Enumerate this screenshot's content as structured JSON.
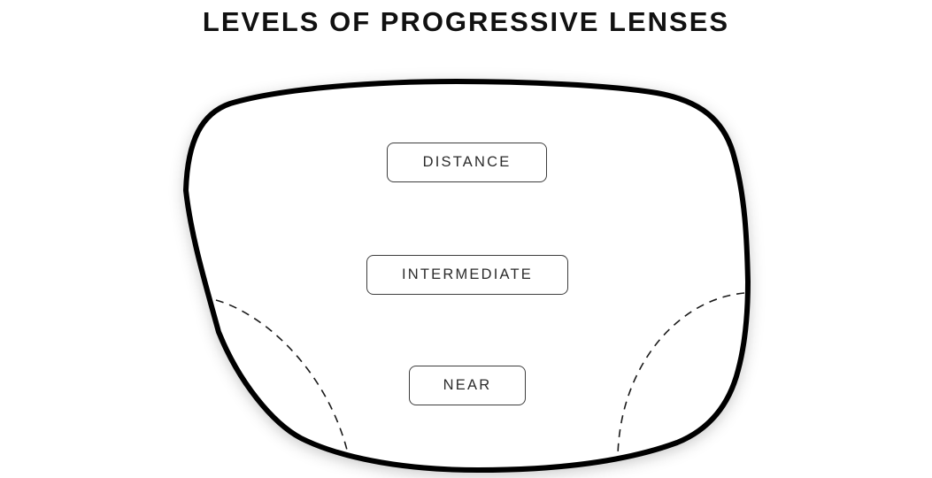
{
  "title": "LEVELS OF PROGRESSIVE LENSES",
  "colors": {
    "background": "#ffffff",
    "title_text": "#111111",
    "lens_outline": "#000000",
    "lens_fill": "#ffffff",
    "divider_line": "#1a1a1a",
    "box_border": "#3d3d3d",
    "box_text": "#2b2b2b",
    "shadow": "rgba(17,17,17,0.22)"
  },
  "lens": {
    "zones": [
      {
        "id": "distance",
        "label": "DISTANCE"
      },
      {
        "id": "intermediate",
        "label": "INTERMEDIATE"
      },
      {
        "id": "near",
        "label": "NEAR"
      }
    ],
    "divider_style": "dashed"
  }
}
